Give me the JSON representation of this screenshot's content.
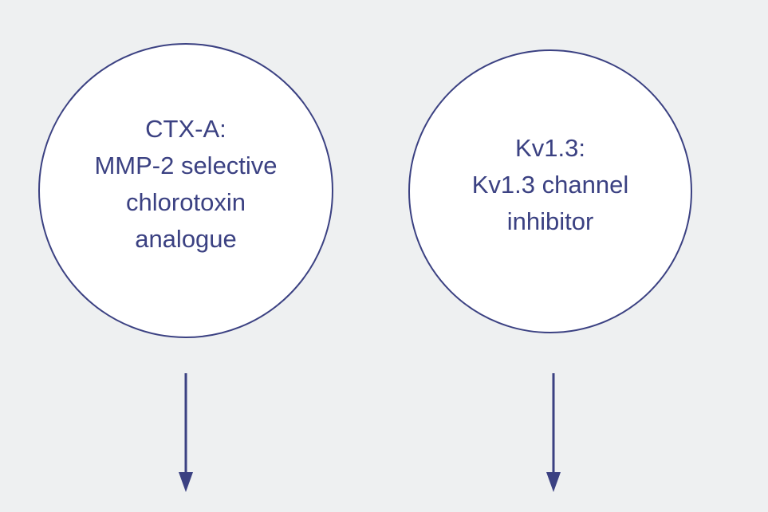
{
  "colors": {
    "background": "#eef0f1",
    "accent": "#3b4182",
    "node-fill": "#ffffff"
  },
  "diagram": {
    "type": "flow-diagram",
    "nodes": [
      {
        "id": "ctx-a",
        "shape": "circle",
        "text": "CTX-A:\nMMP-2 selective\nchlorotoxin\nanalogue"
      },
      {
        "id": "kv13",
        "shape": "circle",
        "text": "Kv1.3:\nKv1.3 channel\ninhibitor"
      }
    ],
    "arrows": [
      {
        "from": "ctx-a",
        "direction": "down"
      },
      {
        "from": "kv13",
        "direction": "down"
      }
    ]
  }
}
